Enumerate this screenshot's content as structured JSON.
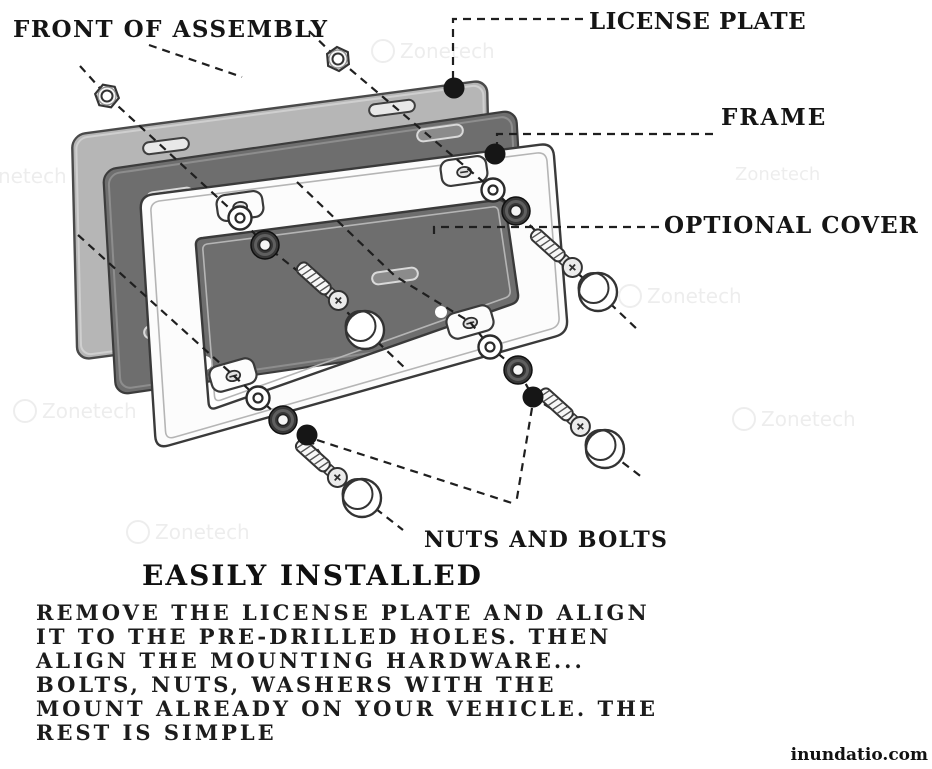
{
  "callouts": {
    "front_of_assembly": "FRONT OF ASSEMBLY",
    "license_plate": "LICENSE PLATE",
    "frame": "FRAME",
    "optional_cover": "OPTIONAL COVER",
    "nuts_and_bolts": "NUTS AND BOLTS"
  },
  "heading": "EASILY INSTALLED",
  "instructions": [
    "REMOVE THE LICENSE PLATE AND ALIGN",
    "IT TO THE PRE-DRILLED HOLES. THEN",
    "ALIGN THE MOUNTING HARDWARE...",
    "BOLTS, NUTS, WASHERS WITH THE",
    "MOUNT ALREADY ON YOUR VEHICLE. THE",
    "REST IS SIMPLE"
  ],
  "watermark_text": "Zonetech",
  "credit": "inundatio.com",
  "colors": {
    "background": "#ffffff",
    "license_plate_fill": "#b6b6b6",
    "cover_fill": "#6e6e6e",
    "frame_fill": "#fcfcfc",
    "line_color": "#1f1f1f"
  }
}
